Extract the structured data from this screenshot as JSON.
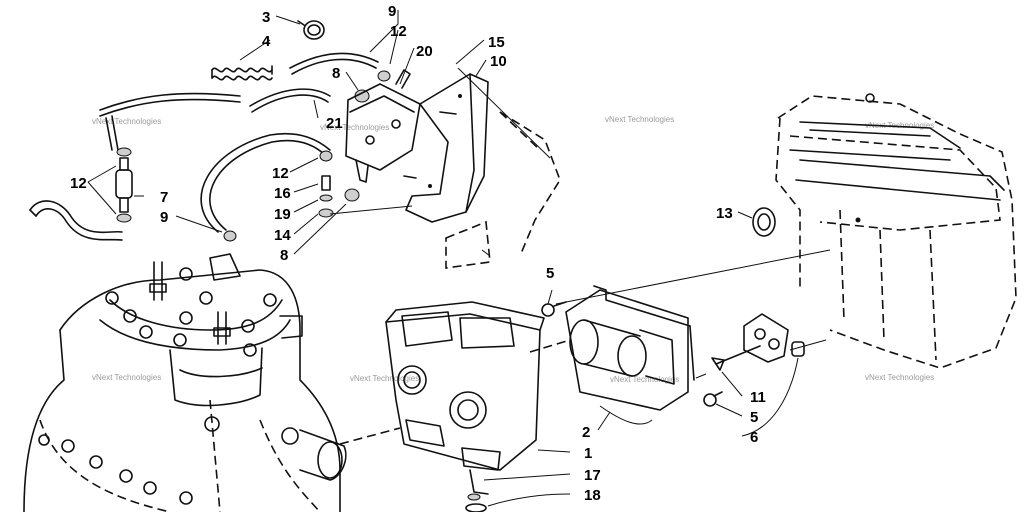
{
  "watermark": "vNext Technologies",
  "callouts": {
    "c3": "3",
    "c4": "4",
    "c9a": "9",
    "c12a": "12",
    "c20": "20",
    "c15": "15",
    "c10": "10",
    "c8a": "8",
    "c21": "21",
    "c12b": "12",
    "c7": "7",
    "c9b": "9",
    "c12c": "12",
    "c16": "16",
    "c19": "19",
    "c14": "14",
    "c8b": "8",
    "c13": "13",
    "c5a": "5",
    "c11": "11",
    "c5b": "5",
    "c6": "6",
    "c2": "2",
    "c1": "1",
    "c17": "17",
    "c18": "18"
  }
}
